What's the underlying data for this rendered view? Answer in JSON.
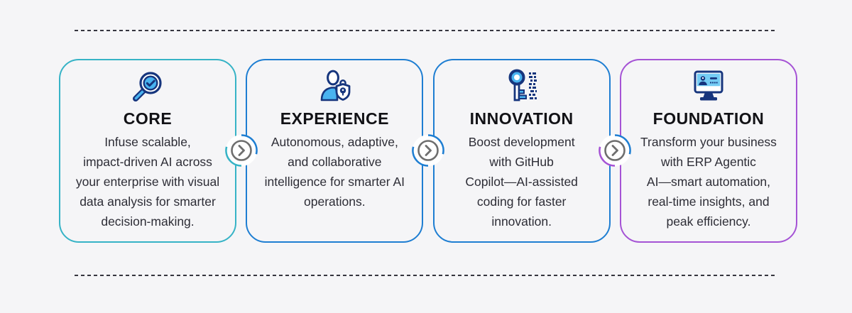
{
  "page": {
    "background_color": "#f5f5f7",
    "divider_color": "#36363f",
    "divider_style": "dashed"
  },
  "colors": {
    "teal_accent": "#36b3c6",
    "blue_accent": "#1e7ed2",
    "purple_accent": "#a553d5",
    "connector_ring_gray": "#6e6e6e",
    "icon_outline_navy": "#16357d",
    "icon_fill_lightblue": "#49b3f0",
    "title_text": "#121216",
    "body_text": "#2d2d36"
  },
  "cards": [
    {
      "id": "core",
      "title": "CORE",
      "description": "Infuse scalable,\nimpact-driven AI across\nyour enterprise with visual\ndata analysis for smarter\ndecision-making.",
      "border_color": "#36b3c6",
      "icon": "magnifier-check-icon"
    },
    {
      "id": "experience",
      "title": "EXPERIENCE",
      "description": "Autonomous, adaptive,\nand collaborative\nintelligence for smarter AI\noperations.",
      "border_color": "#1e7ed2",
      "icon": "user-shield-lock-icon"
    },
    {
      "id": "innovation",
      "title": "INNOVATION",
      "description": "Boost development\nwith GitHub\nCopilot—AI-assisted\ncoding for faster\ninnovation.",
      "border_color": "#1e7ed2",
      "icon": "key-data-icon"
    },
    {
      "id": "foundation",
      "title": "FOUNDATION",
      "description": "Transform your business\nwith ERP Agentic\nAI—smart automation,\nreal-time insights, and\npeak efficiency.",
      "border_color": "#a553d5",
      "icon": "monitor-id-icon"
    }
  ],
  "connectors": [
    {
      "name": "core-to-experience",
      "glyph": "chevron-right",
      "top_arc_color": "#1e7ed2",
      "bottom_arc_color": "#36b3c6"
    },
    {
      "name": "experience-to-innovation",
      "glyph": "chevron-right",
      "top_arc_color": "#1e7ed2",
      "bottom_arc_color": "#1e7ed2"
    },
    {
      "name": "innovation-to-foundation",
      "glyph": "chevron-right",
      "top_arc_color": "#1e7ed2",
      "bottom_arc_color": "#a553d5"
    }
  ]
}
